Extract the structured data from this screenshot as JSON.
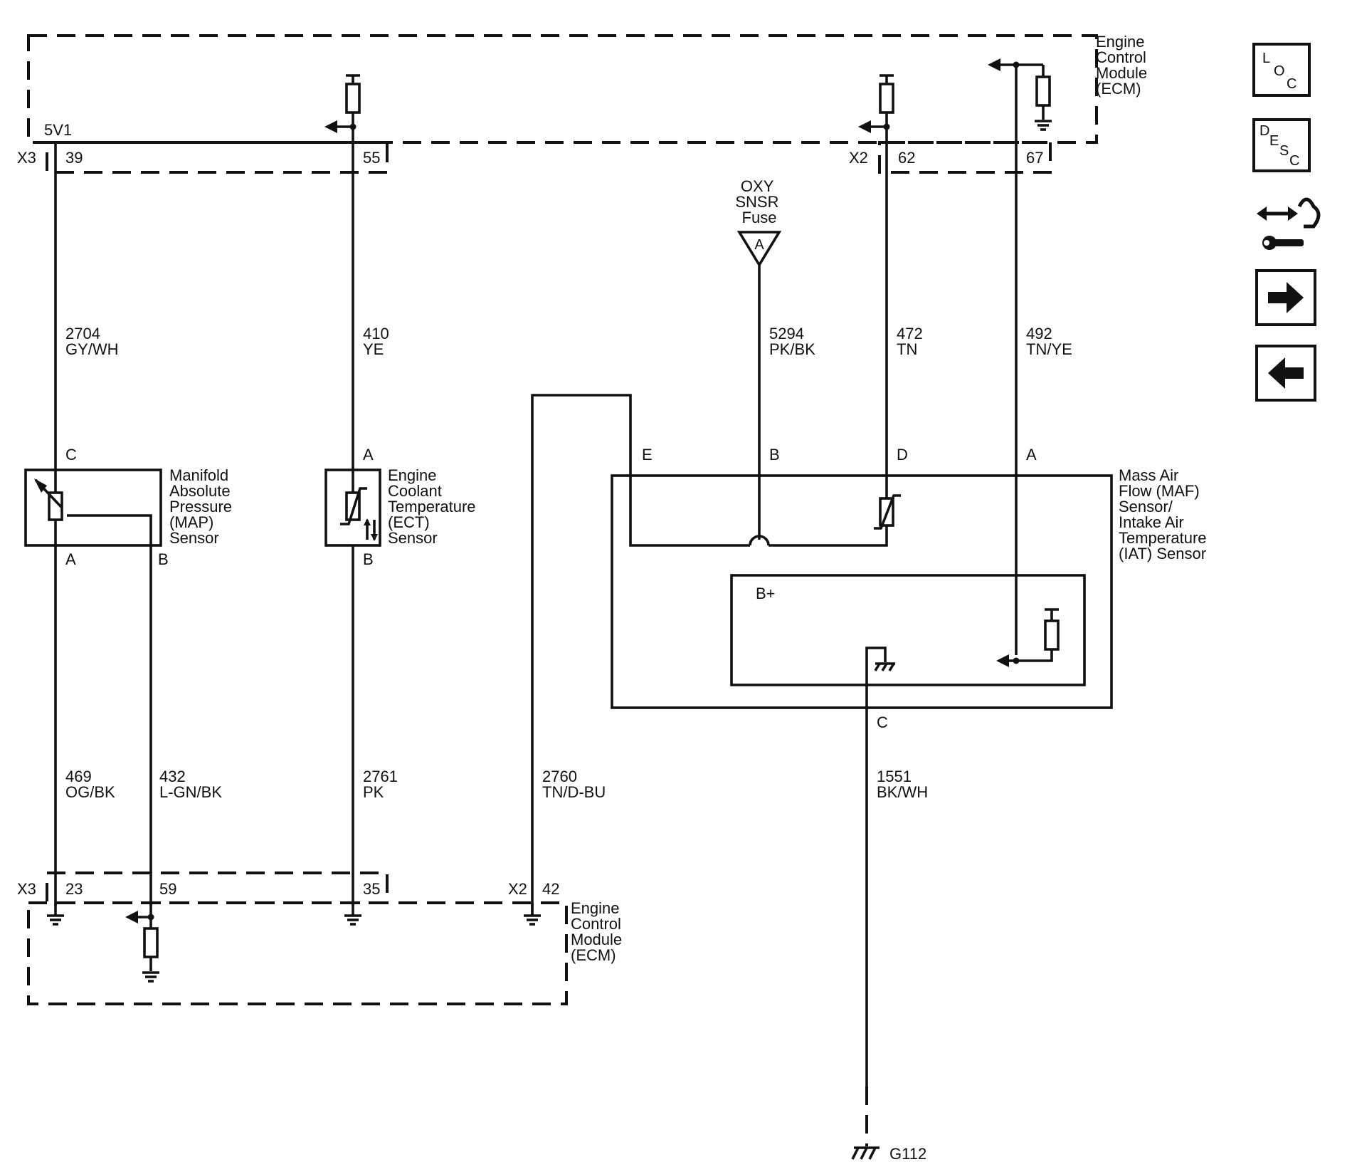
{
  "ecm": {
    "label_lines": [
      "Engine",
      "Control",
      "Module",
      "(ECM)"
    ]
  },
  "connectors": {
    "x3": "X3",
    "x2": "X2",
    "ref_5v": "5V1"
  },
  "pins_top": {
    "p39": "39",
    "p55": "55",
    "p62": "62",
    "p67": "67"
  },
  "pins_bottom": {
    "p23": "23",
    "p59": "59",
    "p35": "35",
    "p42": "42"
  },
  "fuse": {
    "label_lines": [
      "OXY",
      "SNSR",
      "Fuse"
    ],
    "terminal": "A"
  },
  "wires": {
    "w2704": {
      "circuit": "2704",
      "color": "GY/WH"
    },
    "w410": {
      "circuit": "410",
      "color": "YE"
    },
    "w5294": {
      "circuit": "5294",
      "color": "PK/BK"
    },
    "w472": {
      "circuit": "472",
      "color": "TN"
    },
    "w492": {
      "circuit": "492",
      "color": "TN/YE"
    },
    "w469": {
      "circuit": "469",
      "color": "OG/BK"
    },
    "w432": {
      "circuit": "432",
      "color": "L-GN/BK"
    },
    "w2761": {
      "circuit": "2761",
      "color": "PK"
    },
    "w2760": {
      "circuit": "2760",
      "color": "TN/D-BU"
    },
    "w1551": {
      "circuit": "1551",
      "color": "BK/WH"
    }
  },
  "map_sensor": {
    "label_lines": [
      "Manifold",
      "Absolute",
      "Pressure",
      "(MAP)",
      "Sensor"
    ],
    "pin_c": "C",
    "pin_a": "A",
    "pin_b": "B"
  },
  "ect_sensor": {
    "label_lines": [
      "Engine",
      "Coolant",
      "Temperature",
      "(ECT)",
      "Sensor"
    ],
    "pin_a": "A",
    "pin_b": "B"
  },
  "maf_sensor": {
    "label_lines": [
      "Mass Air",
      "Flow (MAF)",
      "Sensor/",
      "Intake Air",
      "Temperature",
      "(IAT) Sensor"
    ],
    "pin_e": "E",
    "pin_b": "B",
    "pin_d": "D",
    "pin_a": "A",
    "pin_c": "C",
    "bplus": "B+"
  },
  "ground": {
    "label": "G112"
  },
  "side_nav": {
    "loc": [
      "L",
      "O",
      "C"
    ],
    "desc": [
      "D",
      "E",
      "S",
      "C"
    ]
  }
}
